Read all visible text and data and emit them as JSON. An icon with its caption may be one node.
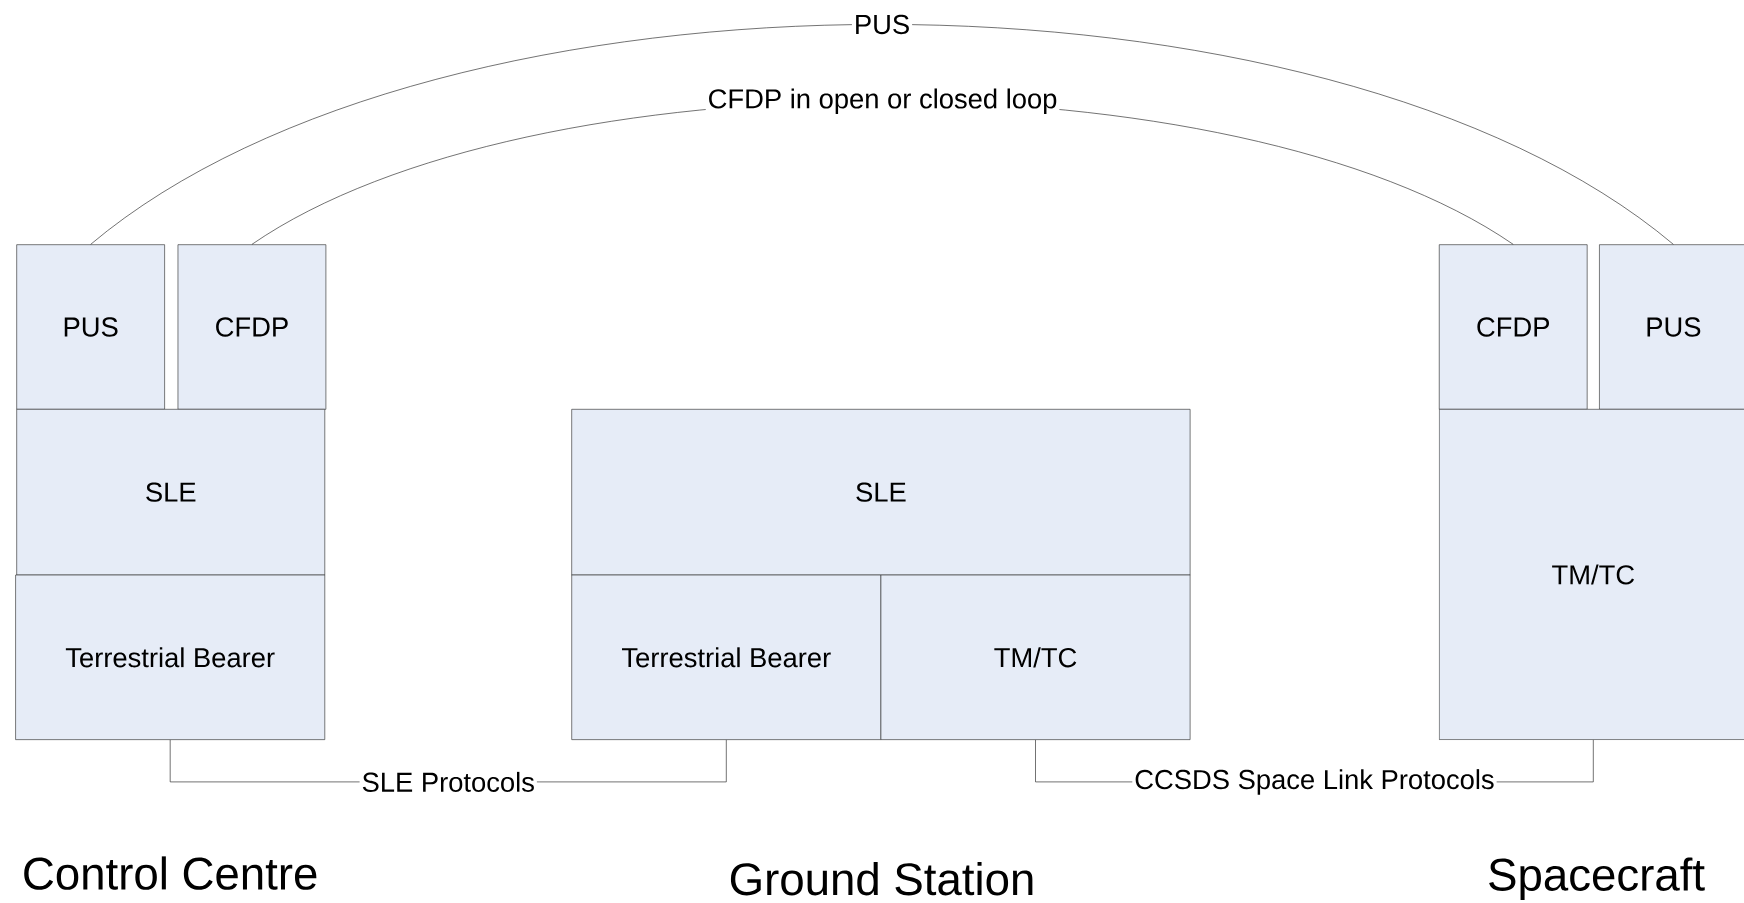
{
  "diagram": {
    "nodes": [
      {
        "text": [
          "PUS"
        ]
      },
      {
        "text": [
          "CFDP"
        ]
      },
      {
        "text": [
          "SLE"
        ]
      },
      {
        "text": [
          "Terrestrial Bearer"
        ]
      },
      {
        "text": [
          "SLE"
        ]
      },
      {
        "text": [
          "Terrestrial Bearer"
        ]
      },
      {
        "text": [
          "TM/TC"
        ]
      },
      {
        "text": [
          "CFDP"
        ]
      },
      {
        "text": [
          "PUS"
        ]
      },
      {
        "text": [
          "TM/TC"
        ]
      }
    ],
    "edges": [
      {
        "from": 0,
        "to": 8,
        "arrow": "none",
        "label": "PUS"
      },
      {
        "from": 1,
        "to": 7,
        "arrow": "none",
        "label": "CFDP in open or closed loop"
      },
      {
        "from": 3,
        "to": 5,
        "arrow": "none",
        "label": "SLE Protocols"
      },
      {
        "from": 6,
        "to": 9,
        "arrow": "none",
        "label": "CCSDS Space Link Protocols"
      }
    ],
    "labels": [
      "Control Centre",
      "Ground Station",
      "Spacecraft"
    ]
  }
}
